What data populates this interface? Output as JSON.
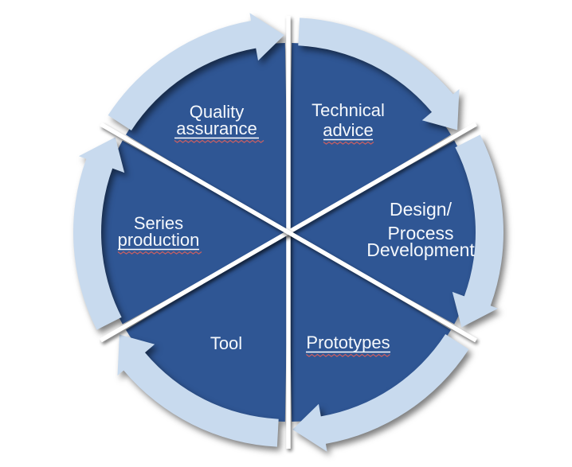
{
  "diagram": {
    "type": "cycle",
    "flow_direction": "clockwise",
    "segment_count": 6,
    "colors": {
      "segment": "#2f5694",
      "ring": "#c8daee",
      "label": "#f5f8fc",
      "spellcheck": "#d06060",
      "background": "#ffffff",
      "divider": "#ffffff"
    },
    "segments": [
      {
        "name": "quality-assurance",
        "lines": [
          "Quality",
          "assurance"
        ],
        "spellchecked_word": "assurance"
      },
      {
        "name": "technical-advice",
        "lines": [
          "Technical",
          "advice"
        ],
        "spellchecked_word": "advice"
      },
      {
        "name": "design-process-development",
        "lines": [
          "Design/",
          "Process",
          "Development"
        ],
        "spellchecked_word": null
      },
      {
        "name": "prototypes",
        "lines": [
          "Prototypes"
        ],
        "spellchecked_word": "Prototypes"
      },
      {
        "name": "tool",
        "lines": [
          "Tool"
        ],
        "spellchecked_word": null
      },
      {
        "name": "series-production",
        "lines": [
          "Series",
          "production"
        ],
        "spellchecked_word": "production"
      }
    ]
  }
}
